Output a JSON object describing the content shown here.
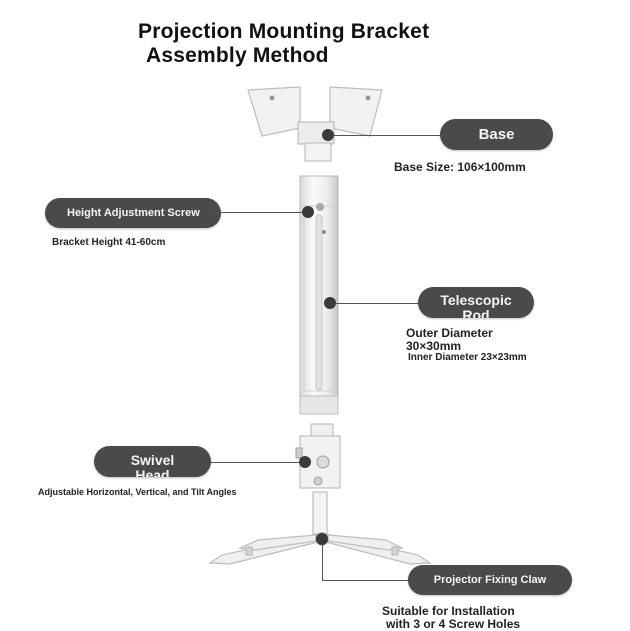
{
  "title": {
    "line1": "Projection Mounting Bracket",
    "line2": "Assembly Method"
  },
  "callouts": {
    "base": {
      "label": "Base",
      "detail": "Base Size: 106×100mm"
    },
    "height": {
      "label": "Height Adjustment Screw",
      "detail": "Bracket Height 41-60cm"
    },
    "rod": {
      "label": "Telescopic Rod",
      "detail_outer": "Outer Diameter 30×30mm",
      "detail_inner": "Inner Diameter 23×23mm"
    },
    "swivel": {
      "label": "Swivel Head",
      "detail": "Adjustable Horizontal, Vertical, and Tilt Angles"
    },
    "claw": {
      "label": "Projector Fixing Claw",
      "detail_1": "Suitable for Installation",
      "detail_2": "with 3 or 4 Screw Holes"
    }
  },
  "colors": {
    "pill": "#4a4a4a",
    "pill_text": "#f4f4f4",
    "bracket": "#f2f2f2",
    "bracket_edge": "#b8b8b8"
  }
}
